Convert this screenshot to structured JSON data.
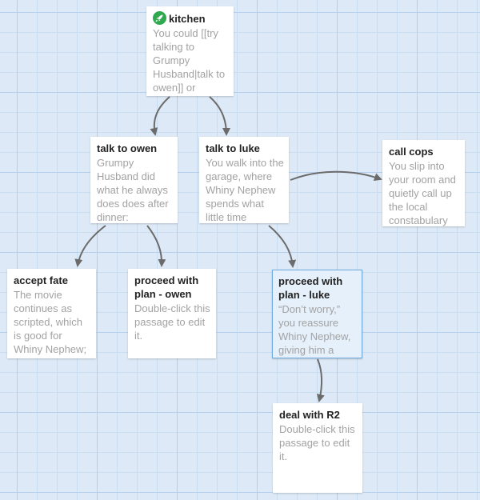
{
  "passages": {
    "kitchen": {
      "title": "kitchen",
      "excerpt": "You could [[try talking to Grumpy Husband|talk to owen]] or",
      "start_icon": "rocket-icon",
      "start_color": "#2fa84f"
    },
    "talk_to_owen": {
      "title": "talk to owen",
      "excerpt": "Grumpy Husband did what he always does does after dinner:"
    },
    "talk_to_luke": {
      "title": "talk to luke",
      "excerpt": "You walk into the garage, where Whiny Nephew spends what little time"
    },
    "call_cops": {
      "title": "call cops",
      "excerpt": "You slip into your room and quietly call up the local constabulary"
    },
    "accept_fate": {
      "title": "accept fate",
      "excerpt": "The movie continues as scripted, which is good for Whiny Nephew;"
    },
    "proceed_owen": {
      "title": "proceed with plan - owen",
      "excerpt": "Double-click this passage to edit it."
    },
    "proceed_luke": {
      "title": "proceed with plan - luke",
      "excerpt": "“Don’t worry,” you reassure Whiny Nephew, giving him a",
      "selected": true,
      "selected_color": "#6fa9e2"
    },
    "deal_r2": {
      "title": "deal with R2",
      "excerpt": "Double-click this passage to edit it."
    }
  },
  "colors": {
    "link_arrow": "#6b6b6b",
    "grid_background": "#dde9f6"
  }
}
